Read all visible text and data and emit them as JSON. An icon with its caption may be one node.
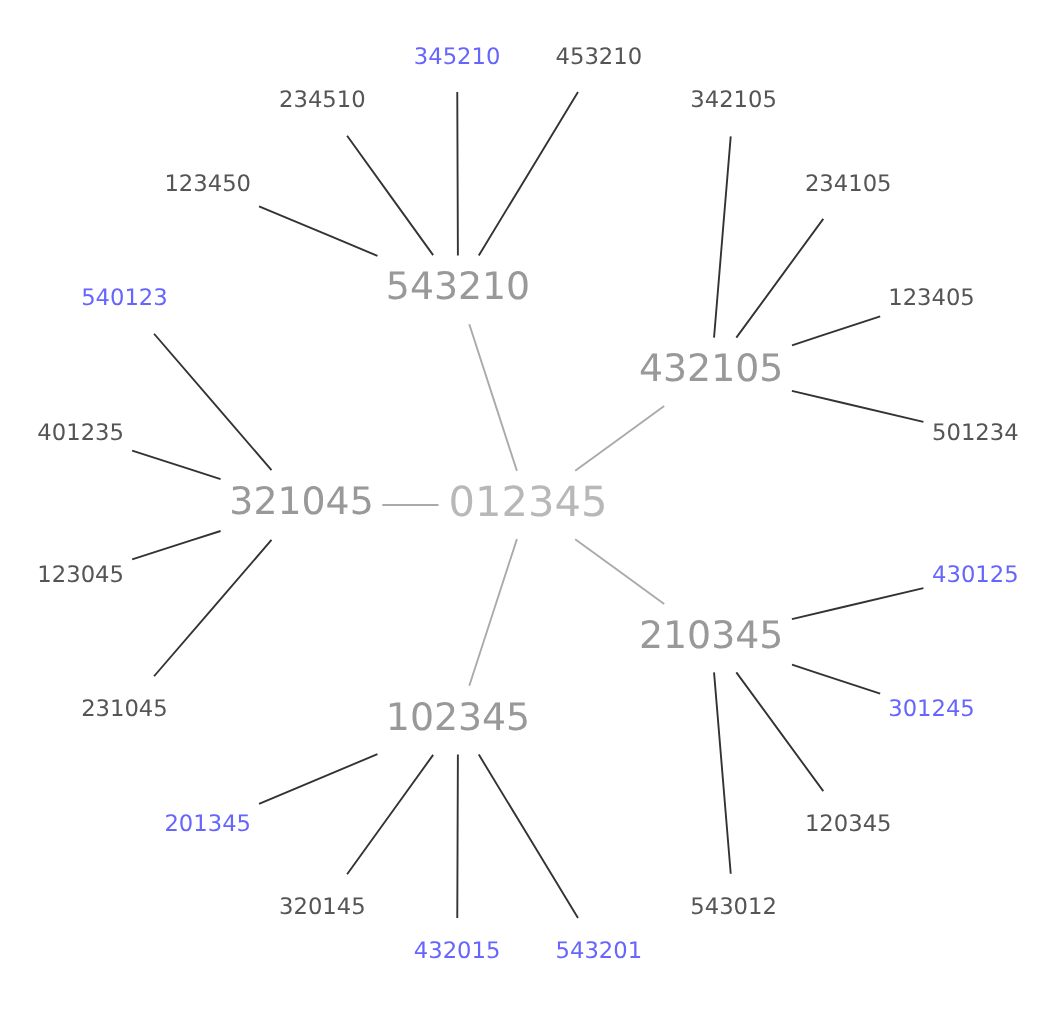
{
  "diagram": {
    "nodes": [
      {
        "text": [
          "012345"
        ]
      },
      {
        "text": [
          "432105"
        ]
      },
      {
        "text": [
          "501234"
        ]
      },
      {
        "text": [
          "123405"
        ]
      },
      {
        "text": [
          "234105"
        ]
      },
      {
        "text": [
          "342105"
        ]
      },
      {
        "text": [
          "543210"
        ]
      },
      {
        "text": [
          "453210"
        ]
      },
      {
        "text": [
          "345210"
        ]
      },
      {
        "text": [
          "234510"
        ]
      },
      {
        "text": [
          "123450"
        ]
      },
      {
        "text": [
          "321045"
        ]
      },
      {
        "text": [
          "540123"
        ]
      },
      {
        "text": [
          "401235"
        ]
      },
      {
        "text": [
          "123045"
        ]
      },
      {
        "text": [
          "231045"
        ]
      },
      {
        "text": [
          "102345"
        ]
      },
      {
        "text": [
          "201345"
        ]
      },
      {
        "text": [
          "320145"
        ]
      },
      {
        "text": [
          "432015"
        ]
      },
      {
        "text": [
          "543201"
        ]
      },
      {
        "text": [
          "210345"
        ]
      },
      {
        "text": [
          "543012"
        ]
      },
      {
        "text": [
          "120345"
        ]
      },
      {
        "text": [
          "301245"
        ]
      },
      {
        "text": [
          "430125"
        ]
      }
    ],
    "edges": [
      {
        "from": 0,
        "to": 1,
        "arrow": "none",
        "color": "#aaaaaa"
      },
      {
        "from": 0,
        "to": 11,
        "arrow": "none",
        "color": "#aaaaaa"
      },
      {
        "from": 0,
        "to": 21,
        "arrow": "none",
        "color": "#aaaaaa"
      },
      {
        "from": 0,
        "to": 16,
        "arrow": "none",
        "color": "#aaaaaa"
      },
      {
        "from": 0,
        "to": 6,
        "arrow": "none",
        "color": "#aaaaaa"
      },
      {
        "from": 1,
        "to": 2,
        "arrow": "none"
      },
      {
        "from": 1,
        "to": 3,
        "arrow": "none"
      },
      {
        "from": 1,
        "to": 4,
        "arrow": "none"
      },
      {
        "from": 1,
        "to": 5,
        "arrow": "none"
      },
      {
        "from": 6,
        "to": 7,
        "arrow": "none"
      },
      {
        "from": 6,
        "to": 8,
        "arrow": "none"
      },
      {
        "from": 6,
        "to": 9,
        "arrow": "none"
      },
      {
        "from": 6,
        "to": 10,
        "arrow": "none"
      },
      {
        "from": 11,
        "to": 12,
        "arrow": "none"
      },
      {
        "from": 11,
        "to": 13,
        "arrow": "none"
      },
      {
        "from": 11,
        "to": 14,
        "arrow": "none"
      },
      {
        "from": 11,
        "to": 15,
        "arrow": "none"
      },
      {
        "from": 16,
        "to": 17,
        "arrow": "none"
      },
      {
        "from": 16,
        "to": 18,
        "arrow": "none"
      },
      {
        "from": 16,
        "to": 19,
        "arrow": "none"
      },
      {
        "from": 16,
        "to": 20,
        "arrow": "none"
      },
      {
        "from": 21,
        "to": 22,
        "arrow": "none"
      },
      {
        "from": 21,
        "to": 23,
        "arrow": "none"
      },
      {
        "from": 21,
        "to": 24,
        "arrow": "none"
      },
      {
        "from": 21,
        "to": 25,
        "arrow": "none"
      }
    ]
  }
}
